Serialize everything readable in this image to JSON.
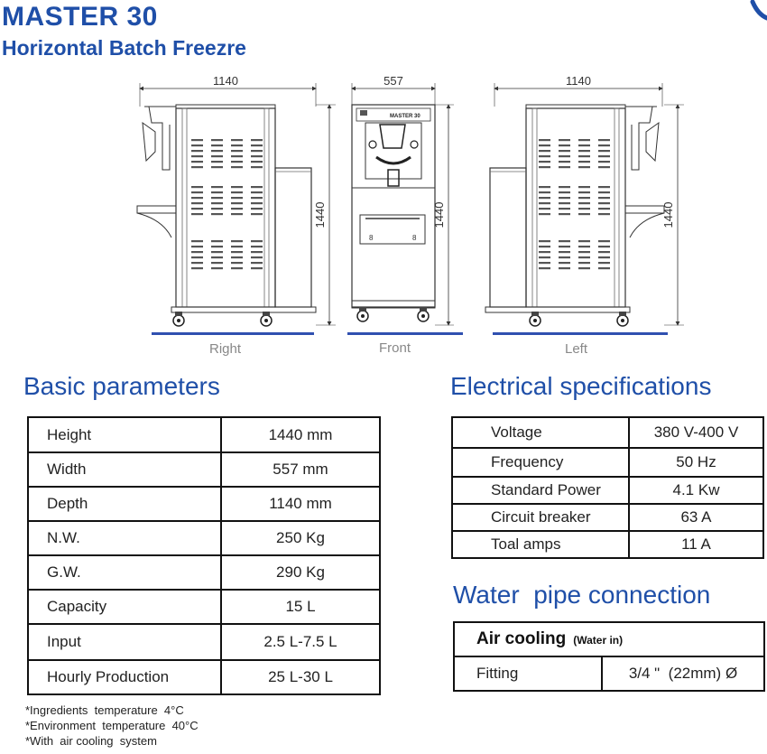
{
  "header": {
    "title": "MASTER 30",
    "subtitle": "Horizontal Batch Freezre"
  },
  "drawings": {
    "panel_label": "MASTER 30",
    "views": [
      {
        "name": "Right",
        "width_dim": "1140",
        "height_dim": "1440"
      },
      {
        "name": "Front",
        "width_dim": "557",
        "height_dim": "1440"
      },
      {
        "name": "Left",
        "width_dim": "1140",
        "height_dim": "1440"
      }
    ]
  },
  "basic": {
    "title": "Basic parameters",
    "rows": [
      {
        "label": "Height",
        "value": "1440 mm"
      },
      {
        "label": "Width",
        "value": "557 mm"
      },
      {
        "label": "Depth",
        "value": "1140 mm"
      },
      {
        "label": "N.W.",
        "value": "250 Kg"
      },
      {
        "label": "G.W.",
        "value": "290 Kg"
      },
      {
        "label": "Capacity",
        "value": "15 L"
      },
      {
        "label": "Input",
        "value": "2.5 L-7.5 L"
      },
      {
        "label": "Hourly Production",
        "value": "25 L-30 L"
      }
    ]
  },
  "electrical": {
    "title": "Electrical specifications",
    "rows": [
      {
        "label": "Voltage",
        "value": "380 V-400 V"
      },
      {
        "label": "Frequency",
        "value": "50 Hz"
      },
      {
        "label": "Standard Power",
        "value": "4.1 Kw"
      },
      {
        "label": "Circuit breaker",
        "value": "63 A"
      },
      {
        "label": "Toal amps",
        "value": "11 A"
      }
    ]
  },
  "water": {
    "title": "Water  pipe connection",
    "air_cooling": "Air cooling",
    "air_cooling_sub": "(Water in)",
    "fitting_label": "Fitting",
    "fitting_value": "3/4 \"  (22mm) Ø"
  },
  "notes": [
    "*Ingredients  temperature  4°C",
    "*Environment  temperature  40°C",
    "*With  air cooling  system"
  ]
}
